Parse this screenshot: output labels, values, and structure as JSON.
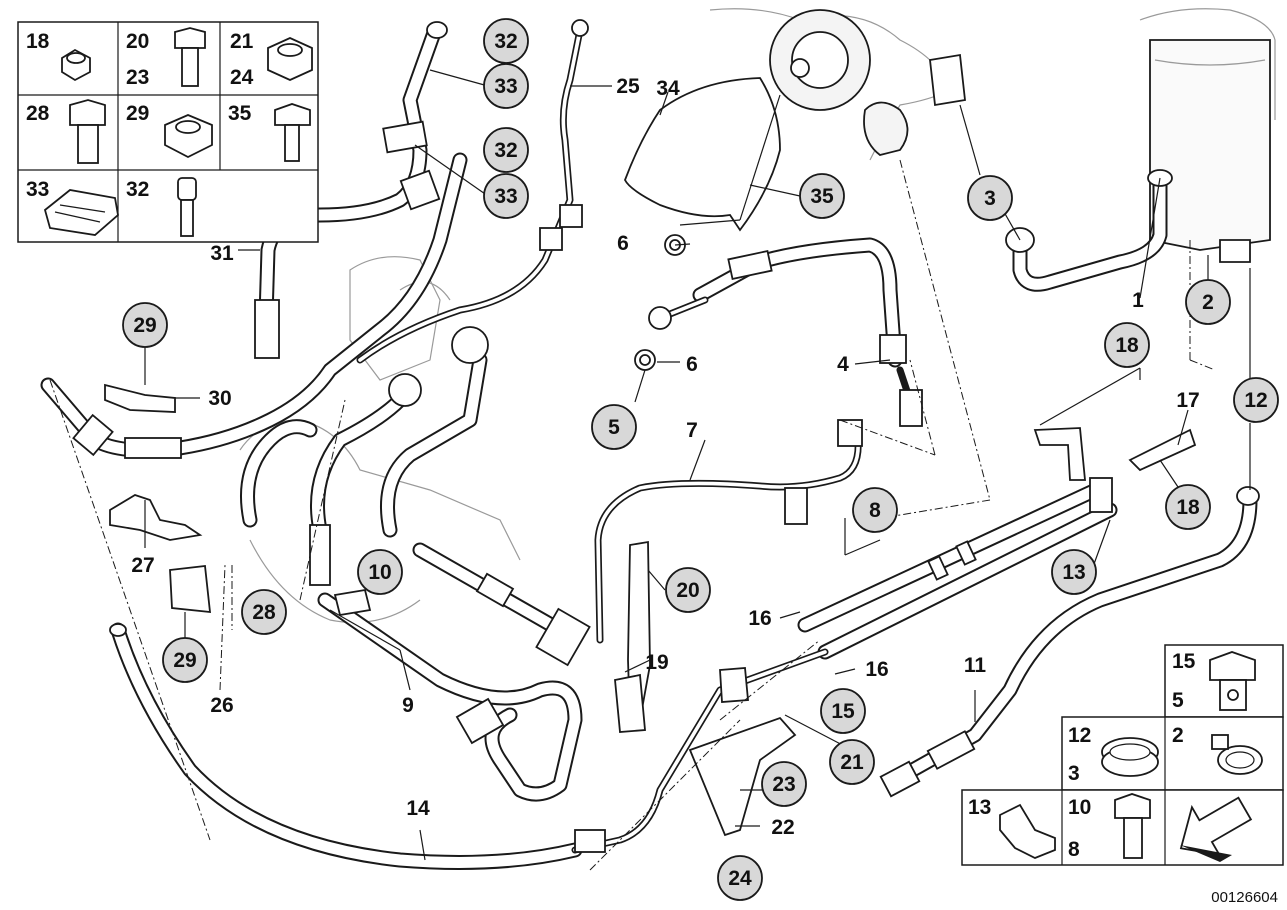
{
  "diagram": {
    "document_number": "00126604",
    "callouts": [
      {
        "id": "c1",
        "label": "1",
        "style": "plain"
      },
      {
        "id": "c2",
        "label": "2",
        "style": "circle"
      },
      {
        "id": "c3",
        "label": "3",
        "style": "circle"
      },
      {
        "id": "c4",
        "label": "4",
        "style": "plain"
      },
      {
        "id": "c5",
        "label": "5",
        "style": "circle"
      },
      {
        "id": "c6a",
        "label": "6",
        "style": "plain"
      },
      {
        "id": "c6b",
        "label": "6",
        "style": "plain"
      },
      {
        "id": "c7",
        "label": "7",
        "style": "plain"
      },
      {
        "id": "c8",
        "label": "8",
        "style": "circle"
      },
      {
        "id": "c9",
        "label": "9",
        "style": "plain"
      },
      {
        "id": "c10",
        "label": "10",
        "style": "circle"
      },
      {
        "id": "c11",
        "label": "11",
        "style": "plain"
      },
      {
        "id": "c12",
        "label": "12",
        "style": "circle"
      },
      {
        "id": "c13",
        "label": "13",
        "style": "circle"
      },
      {
        "id": "c14",
        "label": "14",
        "style": "plain"
      },
      {
        "id": "c15",
        "label": "15",
        "style": "circle"
      },
      {
        "id": "c16a",
        "label": "16",
        "style": "plain"
      },
      {
        "id": "c16b",
        "label": "16",
        "style": "plain"
      },
      {
        "id": "c17",
        "label": "17",
        "style": "plain"
      },
      {
        "id": "c18a",
        "label": "18",
        "style": "circle"
      },
      {
        "id": "c18b",
        "label": "18",
        "style": "circle"
      },
      {
        "id": "c19",
        "label": "19",
        "style": "plain"
      },
      {
        "id": "c20",
        "label": "20",
        "style": "circle"
      },
      {
        "id": "c21",
        "label": "21",
        "style": "circle"
      },
      {
        "id": "c22",
        "label": "22",
        "style": "plain"
      },
      {
        "id": "c23",
        "label": "23",
        "style": "circle"
      },
      {
        "id": "c24",
        "label": "24",
        "style": "circle"
      },
      {
        "id": "c25",
        "label": "25",
        "style": "plain"
      },
      {
        "id": "c26",
        "label": "26",
        "style": "plain"
      },
      {
        "id": "c27",
        "label": "27",
        "style": "plain"
      },
      {
        "id": "c28",
        "label": "28",
        "style": "circle"
      },
      {
        "id": "c29a",
        "label": "29",
        "style": "circle"
      },
      {
        "id": "c29b",
        "label": "29",
        "style": "circle"
      },
      {
        "id": "c30",
        "label": "30",
        "style": "plain"
      },
      {
        "id": "c31",
        "label": "31",
        "style": "plain"
      },
      {
        "id": "c32a",
        "label": "32",
        "style": "circle"
      },
      {
        "id": "c32b",
        "label": "32",
        "style": "circle"
      },
      {
        "id": "c33a",
        "label": "33",
        "style": "circle"
      },
      {
        "id": "c33b",
        "label": "33",
        "style": "circle"
      },
      {
        "id": "c34",
        "label": "34",
        "style": "plain"
      },
      {
        "id": "c35",
        "label": "35",
        "style": "circle"
      }
    ],
    "hardware_legend": [
      {
        "labels": [
          "18"
        ],
        "part": "flange-nut"
      },
      {
        "labels": [
          "20",
          "23"
        ],
        "part": "flange-bolt"
      },
      {
        "labels": [
          "21",
          "24"
        ],
        "part": "flange-nut"
      },
      {
        "labels": [
          "28"
        ],
        "part": "hex-bolt"
      },
      {
        "labels": [
          "29"
        ],
        "part": "hex-nut"
      },
      {
        "labels": [
          "35"
        ],
        "part": "collar-screw"
      },
      {
        "labels": [
          "33"
        ],
        "part": "hose-clip"
      },
      {
        "labels": [
          "32"
        ],
        "part": "socket-screw"
      }
    ],
    "service_legend": [
      {
        "labels": [
          "15",
          "5"
        ],
        "part": "banjo-bolt"
      },
      {
        "labels": [
          "12",
          "3"
        ],
        "part": "hose-clamp"
      },
      {
        "labels": [
          "2"
        ],
        "part": "worm-clamp"
      },
      {
        "labels": [
          "13"
        ],
        "part": "pipe-clip"
      },
      {
        "labels": [
          "10",
          "8"
        ],
        "part": "hex-bolt"
      }
    ]
  }
}
